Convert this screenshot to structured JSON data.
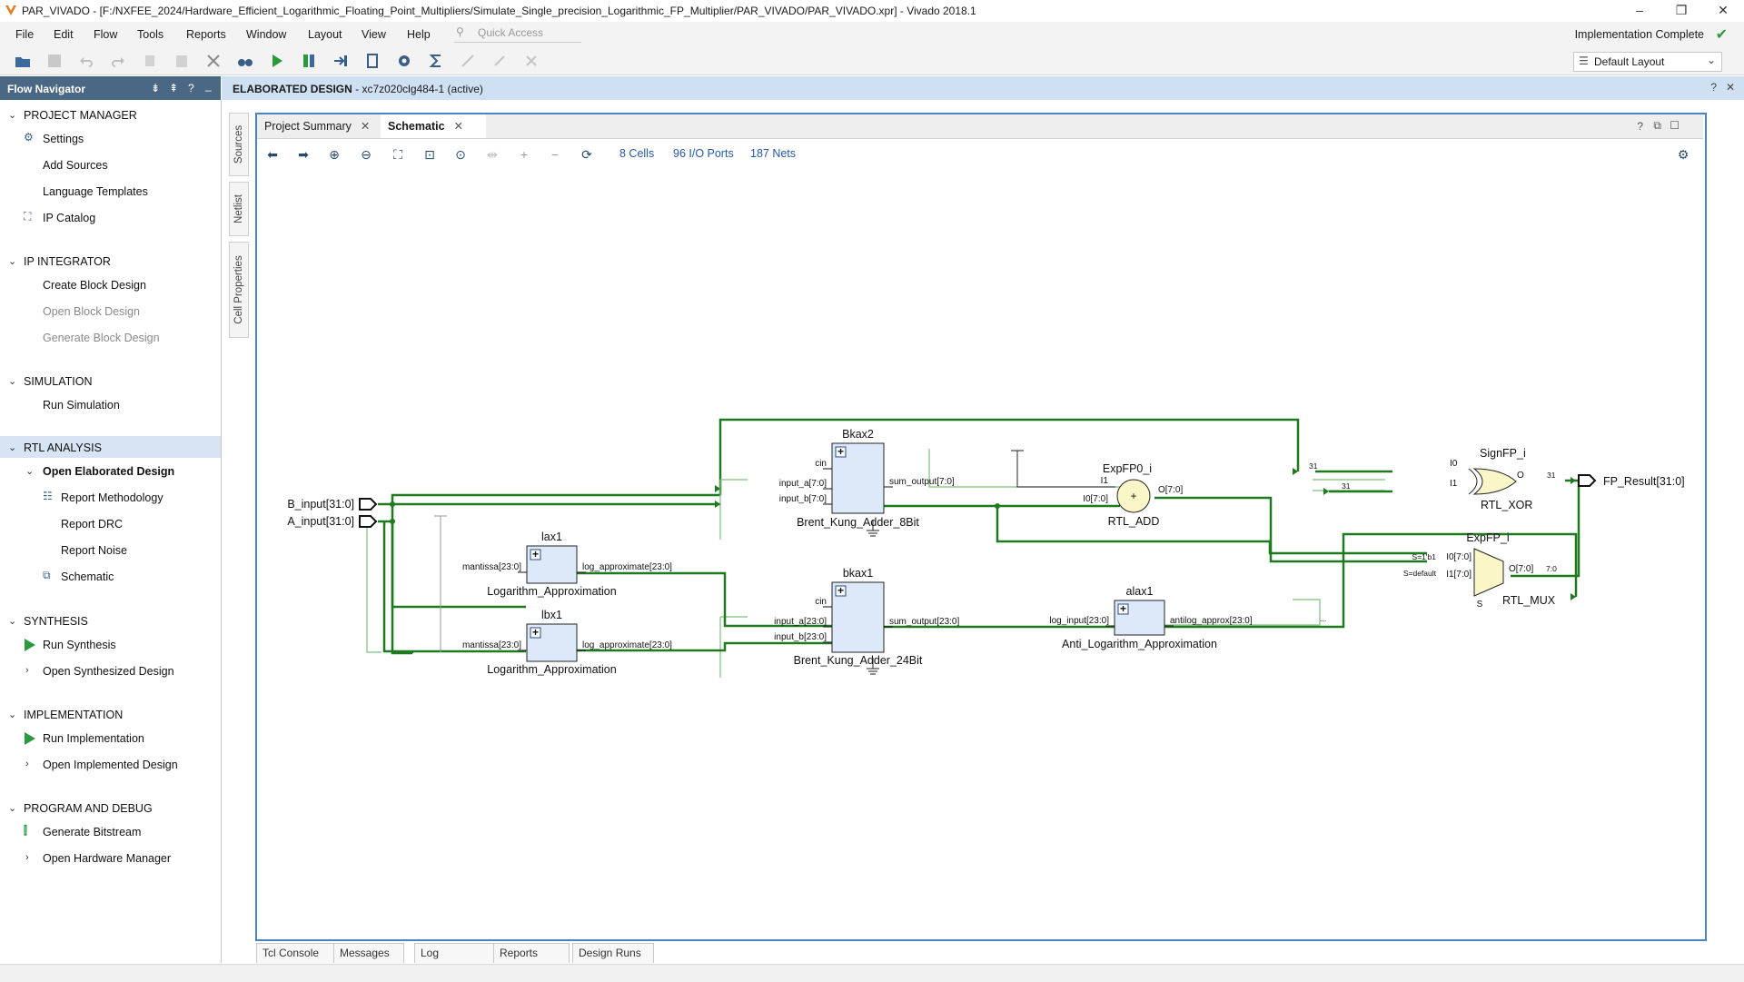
{
  "window": {
    "title": "PAR_VIVADO - [F:/NXFEE_2024/Hardware_Efficient_Logarithmic_Floating_Point_Multipliers/Simulate_Single_precision_Logarithmic_FP_Multiplier/PAR_VIVADO/PAR_VIVADO.xpr] - Vivado 2018.1",
    "controls": [
      "–",
      "❐",
      "✕"
    ]
  },
  "menu": {
    "items": [
      "File",
      "Edit",
      "Flow",
      "Tools",
      "Reports",
      "Window",
      "Layout",
      "View",
      "Help"
    ],
    "quick_access_placeholder": "Quick Access",
    "status": "Implementation Complete"
  },
  "toolbar": {
    "layout_select": "Default Layout"
  },
  "flow_navigator": {
    "title": "Flow Navigator",
    "header_icons": [
      "⇟",
      "⇞",
      "?",
      "_"
    ],
    "sections": {
      "project_manager": {
        "label": "PROJECT MANAGER",
        "items": [
          "Settings",
          "Add Sources",
          "Language Templates",
          "IP Catalog"
        ]
      },
      "ip_integrator": {
        "label": "IP INTEGRATOR",
        "items": [
          "Create Block Design",
          "Open Block Design",
          "Generate Block Design"
        ]
      },
      "simulation": {
        "label": "SIMULATION",
        "items": [
          "Run Simulation"
        ]
      },
      "rtl_analysis": {
        "label": "RTL ANALYSIS",
        "open_elaborated": "Open Elaborated Design",
        "items": [
          "Report Methodology",
          "Report DRC",
          "Report Noise",
          "Schematic"
        ]
      },
      "synthesis": {
        "label": "SYNTHESIS",
        "items": [
          "Run Synthesis",
          "Open Synthesized Design"
        ]
      },
      "implementation": {
        "label": "IMPLEMENTATION",
        "items": [
          "Run Implementation",
          "Open Implemented Design"
        ]
      },
      "program_debug": {
        "label": "PROGRAM AND DEBUG",
        "items": [
          "Generate Bitstream",
          "Open Hardware Manager"
        ]
      }
    }
  },
  "content_header": {
    "title": "ELABORATED DESIGN",
    "part": " - xc7z020clg484-1",
    "state": "(active)"
  },
  "side_tabs": [
    "Sources",
    "Netlist",
    "Cell Properties"
  ],
  "editor_tabs": [
    "Project Summary",
    "Schematic"
  ],
  "schematic_stats": {
    "cells": "8 Cells",
    "ports": "96 I/O Ports",
    "nets": "187 Nets"
  },
  "schematic": {
    "ports": {
      "b_input": "B_input[31:0]",
      "a_input": "A_input[31:0]",
      "result": "FP_Result[31:0]"
    },
    "cells": {
      "bkax2": {
        "instance": "Bkax2",
        "module": "Brent_Kung_Adder_8Bit",
        "pins": [
          "cin",
          "input_a[7:0]",
          "input_b[7:0]",
          "sum_output[7:0]"
        ]
      },
      "bkax1": {
        "instance": "bkax1",
        "module": "Brent_Kung_Adder_24Bit",
        "pins": [
          "cin",
          "input_a[23:0]",
          "input_b[23:0]",
          "sum_output[23:0]"
        ]
      },
      "lax1": {
        "instance": "lax1",
        "module": "Logarithm_Approximation",
        "pins": [
          "mantissa[23:0]",
          "log_approximate[23:0]"
        ]
      },
      "lbx1": {
        "instance": "lbx1",
        "module": "Logarithm_Approximation",
        "pins": [
          "mantissa[23:0]",
          "log_approximate[23:0]"
        ]
      },
      "alax1": {
        "instance": "alax1",
        "module": "Anti_Logarithm_Approximation",
        "pins": [
          "log_input[23:0]",
          "antilog_approx[23:0]"
        ]
      },
      "expfp0": {
        "instance": "ExpFP0_i",
        "module": "RTL_ADD",
        "pins": [
          "I1",
          "I0[7:0]",
          "O[7:0]"
        ],
        "symbol": "+"
      },
      "signfp": {
        "instance": "SignFP_i",
        "module": "RTL_XOR",
        "pins": [
          "I0",
          "I1",
          "O"
        ]
      },
      "expfp": {
        "instance": "ExpFP_i",
        "module": "RTL_MUX",
        "pins": [
          "S=1'b1",
          "I0[7:0]",
          "S=default",
          "I1[7:0]",
          "O[7:0]",
          "S"
        ]
      }
    },
    "net_labels": [
      "31",
      "31",
      "31",
      "7:0",
      "..."
    ]
  },
  "bottom_tabs": [
    "Tcl Console",
    "Messages",
    "Log",
    "Reports",
    "Design Runs"
  ],
  "colors": {
    "net": "#1f7a1f",
    "net_thin": "#7fbf7f",
    "cell_fill": "#dde9f8",
    "add_fill": "#fbf6c8",
    "mux_fill": "#fbf6c8",
    "accent": "#4a82c6",
    "nav_header": "#4a6883"
  }
}
